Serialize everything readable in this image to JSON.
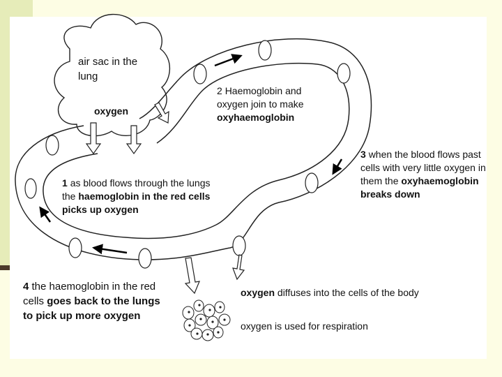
{
  "labels": {
    "air_sac": "air sac in the lung",
    "oxygen": "oxygen",
    "step2_num": "2",
    "step2_text": "Haemoglobin and oxygen join to make",
    "step2_bold": "oxyhaemoglobin",
    "step3_num": "3",
    "step3_text": "when the blood flows past cells with very little oxygen in them the",
    "step3_bold": "oxyhaemoglobin breaks down",
    "step1_num": "1",
    "step1_text": "as blood flows through the lungs the",
    "step1_bold": "haemoglobin in the",
    "step1_text2": "red cells picks up oxygen",
    "step4_a": "4",
    "step4_b": "the haemoglobin in the red cells",
    "step4_c": "goes back to the lungs to pick up more oxygen",
    "diffuse_bold": "oxygen",
    "diffuse_text": "diffuses into the cells of the body",
    "respiration": "oxygen is used for respiration"
  }
}
